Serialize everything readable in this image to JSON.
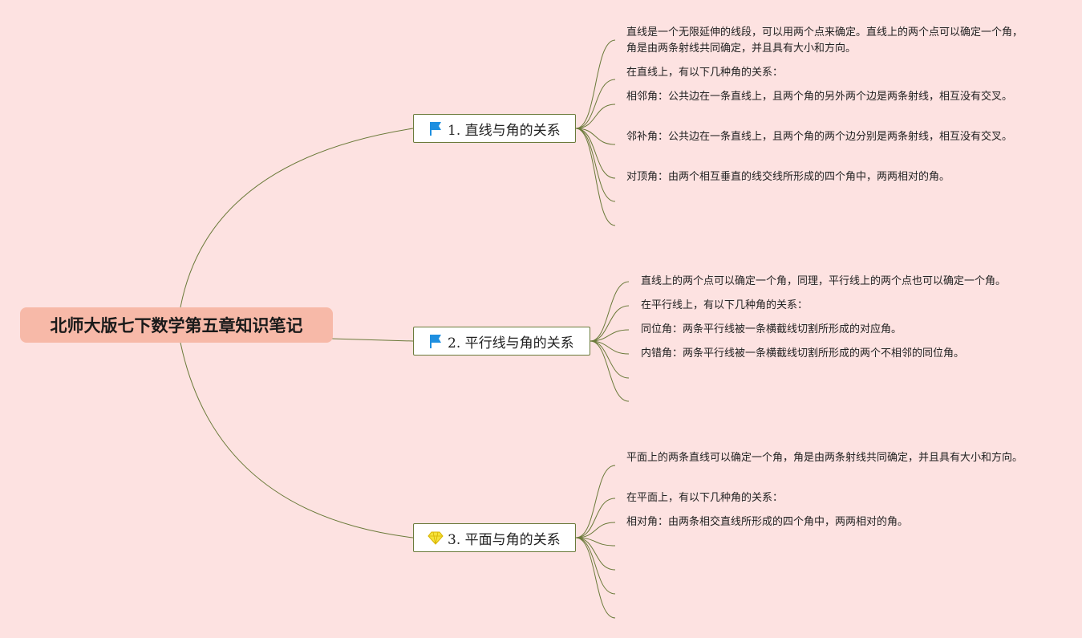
{
  "root": {
    "title": "北师大版七下数学第五章知识笔记"
  },
  "topics": [
    {
      "label": "1. 直线与角的关系",
      "icon": "flag-icon",
      "notes": [
        "直线是一个无限延伸的线段，可以用两个点来确定。直线上的两个点可以确定一个角，角是由两条射线共同确定，并且具有大小和方向。",
        "在直线上，有以下几种角的关系：",
        "相邻角：公共边在一条直线上，且两个角的另外两个边是两条射线，相互没有交叉。",
        "邻补角：公共边在一条直线上，且两个角的两个边分别是两条射线，相互没有交叉。",
        "对顶角：由两个相互垂直的线交线所形成的四个角中，两两相对的角。"
      ]
    },
    {
      "label": "2. 平行线与角的关系",
      "icon": "flag-icon",
      "notes": [
        "直线上的两个点可以确定一个角，同理，平行线上的两个点也可以确定一个角。",
        "在平行线上，有以下几种角的关系：",
        "同位角：两条平行线被一条横截线切割所形成的对应角。",
        "内错角：两条平行线被一条横截线切割所形成的两个不相邻的同位角。"
      ]
    },
    {
      "label": "3. 平面与角的关系",
      "icon": "diamond-icon",
      "notes": [
        "平面上的两条直线可以确定一个角，角是由两条射线共同确定，并且具有大小和方向。",
        "在平面上，有以下几种角的关系：",
        "相对角：由两条相交直线所形成的四个角中，两两相对的角。"
      ]
    }
  ],
  "colors": {
    "background": "#fde2e1",
    "root": "#f7b9a8",
    "line": "#6b7a3a",
    "flag": "#1e8fe0",
    "diamond": "#f5e23a"
  }
}
